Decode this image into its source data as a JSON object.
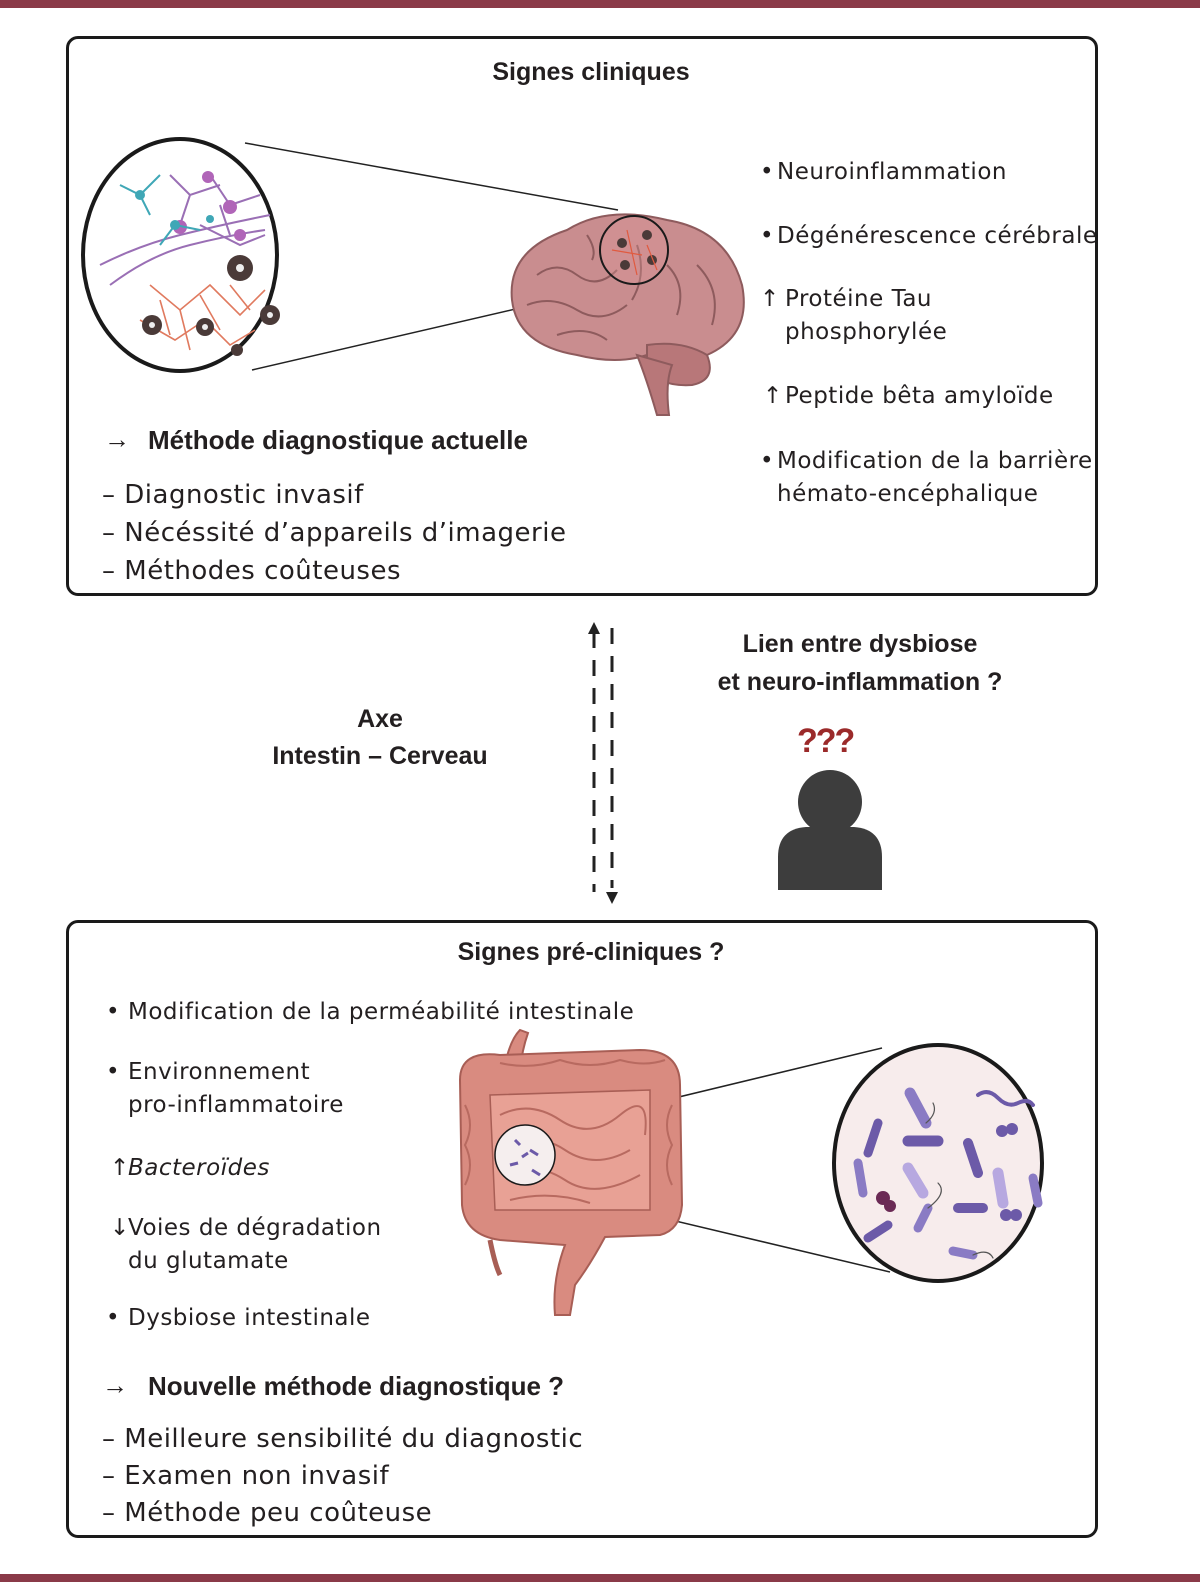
{
  "colors": {
    "rule": "#8a3a48",
    "border": "#1a1a1a",
    "brain": "#c98d8f",
    "gut": "#d98b80",
    "bacteria": "#6c5aa8",
    "question": "#9b2a2a",
    "person": "#3d3d3d"
  },
  "clinical": {
    "title": "Signes cliniques",
    "signs": [
      {
        "marker": "•",
        "lines": [
          "Neuroinflammation"
        ]
      },
      {
        "marker": "•",
        "lines": [
          "Dégénérescence cérébrale"
        ]
      },
      {
        "marker": "↑",
        "lines": [
          "Protéine Tau",
          "phosphorylée"
        ]
      },
      {
        "marker": "↑",
        "lines": [
          "Peptide bêta amyloïde"
        ]
      },
      {
        "marker": "•",
        "lines": [
          "Modification de la barrière",
          "hémato-encéphalique"
        ]
      }
    ],
    "method_arrow": "→",
    "method_title": "Méthode diagnostique actuelle",
    "method_items": [
      "– Diagnostic invasif",
      "– Nécéssité d’appareils d’imagerie",
      "– Méthodes coûteuses"
    ]
  },
  "middle": {
    "axis": [
      "Axe",
      "Intestin – Cerveau"
    ],
    "question": [
      "Lien entre dysbiose",
      "et neuro-inflammation ?"
    ],
    "question_marks": "???",
    "person_icon": "person-icon"
  },
  "preclinical": {
    "title": "Signes pré-cliniques ?",
    "signs": [
      {
        "marker": "•",
        "lines": [
          "Modification de la perméabilité intestinale"
        ]
      },
      {
        "marker": "•",
        "lines": [
          "Environnement",
          "pro-inflammatoire"
        ]
      },
      {
        "marker": "↑",
        "lines": [
          "Bacteroïdes"
        ]
      },
      {
        "marker": "↓",
        "lines": [
          "Voies de dégradation",
          "du glutamate"
        ]
      },
      {
        "marker": "•",
        "lines": [
          "Dysbiose intestinale"
        ]
      }
    ],
    "method_arrow": "→",
    "method_title": "Nouvelle méthode diagnostique ?",
    "method_items": [
      "– Meilleure sensibilité du diagnostic",
      "– Examen non invasif",
      "– Méthode peu coûteuse"
    ]
  },
  "illustrations": [
    "brain-illustration",
    "neuron-plaque-zoom",
    "intestine-illustration",
    "bacteria-zoom"
  ]
}
